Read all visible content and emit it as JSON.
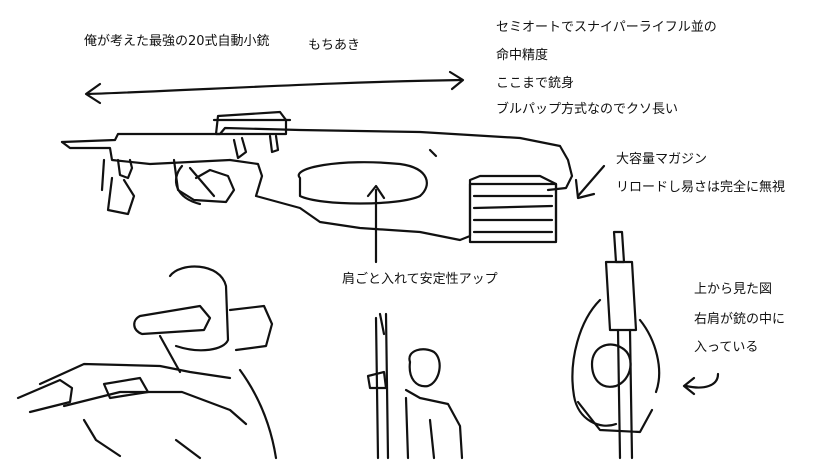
{
  "canvas": {
    "background": "#ffffff",
    "ink_color": "#111111"
  },
  "annotations": {
    "title": "俺が考えた最強の20式自動小銃",
    "author": "もちあき",
    "accuracy": [
      "セミオートでスナイパーライフル並の",
      "命中精度",
      "ここまで銃身",
      "ブルパップ方式なのでクソ長い"
    ],
    "magazine": [
      "大容量マガジン",
      "リロードし易さは完全に無視"
    ],
    "stability": "肩ごと入れて安定性アップ",
    "top_view": [
      "上から見た図",
      "右肩が銃の中に",
      "入っている"
    ]
  }
}
